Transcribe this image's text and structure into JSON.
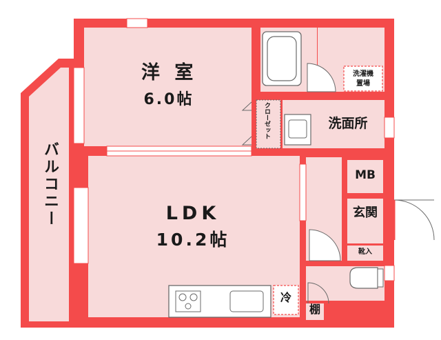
{
  "rooms": {
    "western_room": {
      "name": "洋 室",
      "size": "6.0帖"
    },
    "ldk": {
      "name": "LDK",
      "size": "10.2帖"
    },
    "washroom": {
      "name": "洗面所"
    },
    "entrance": {
      "name": "玄関"
    },
    "meter_box": {
      "name": "MB"
    },
    "balcony": {
      "name": "バルコニー"
    },
    "closet": {
      "name": "クローゼット"
    },
    "laundry_space": {
      "line1": "洗濯機",
      "line2": "置場"
    },
    "shoe_storage": {
      "name": "靴入"
    },
    "fridge": {
      "name": "冷"
    },
    "shelf": {
      "name": "棚"
    }
  },
  "colors": {
    "wall": "#f44b4b",
    "floor": "#f8dada",
    "fixture_line": "#6a6a6a",
    "text": "#1a1a1a"
  }
}
